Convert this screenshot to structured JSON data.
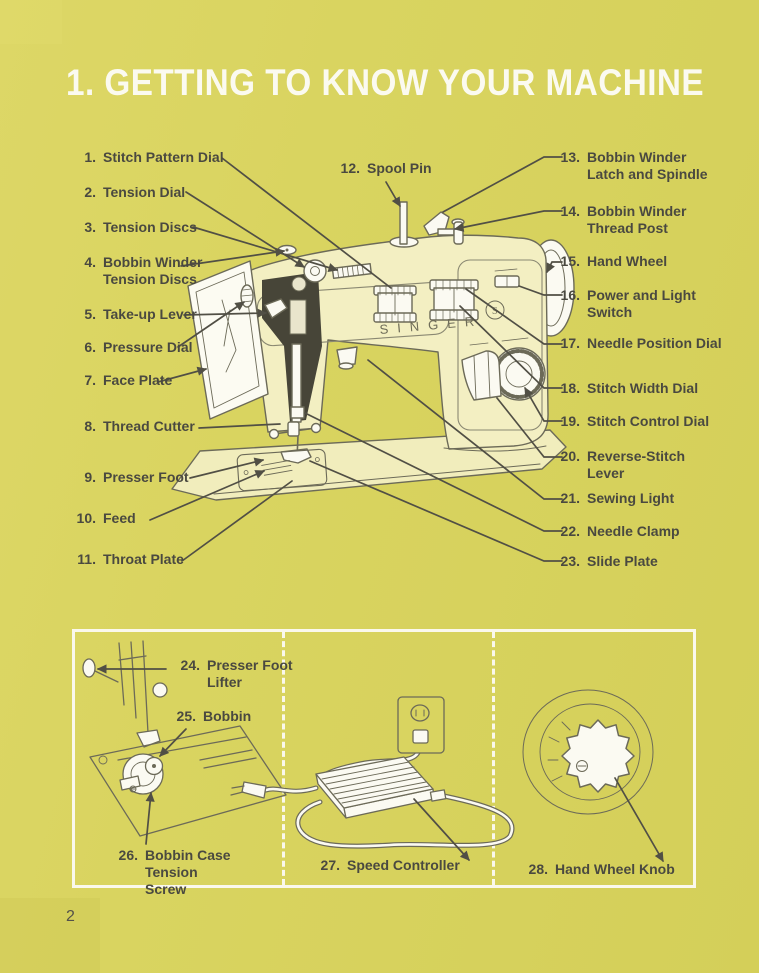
{
  "title": "1. GETTING TO KNOW YOUR MACHINE",
  "page_number": "2",
  "machine_brand": "SINGER",
  "colors": {
    "page_background": "#d9d460",
    "title_text": "#fbfaf0",
    "label_text": "#4a4940",
    "machine_body_fill": "#f3efc2",
    "machine_outline": "#6c6a58",
    "white_parts": "#fbfaf2",
    "panel_box_border": "#faf8ec",
    "leader_line": "#514f45"
  },
  "labels": {
    "left": [
      {
        "num": "1.",
        "text": "Stitch Pattern Dial"
      },
      {
        "num": "2.",
        "text": "Tension Dial"
      },
      {
        "num": "3.",
        "text": "Tension Discs"
      },
      {
        "num": "4.",
        "text": "Bobbin Winder Tension Discs"
      },
      {
        "num": "5.",
        "text": "Take-up Lever"
      },
      {
        "num": "6.",
        "text": "Pressure Dial"
      },
      {
        "num": "7.",
        "text": "Face Plate"
      },
      {
        "num": "8.",
        "text": "Thread Cutter"
      },
      {
        "num": "9.",
        "text": "Presser Foot"
      },
      {
        "num": "10.",
        "text": "Feed"
      },
      {
        "num": "11.",
        "text": "Throat Plate"
      }
    ],
    "middle": {
      "num": "12.",
      "text": "Spool Pin"
    },
    "right": [
      {
        "num": "13.",
        "text": "Bobbin Winder Latch and Spindle"
      },
      {
        "num": "14.",
        "text": "Bobbin Winder Thread Post"
      },
      {
        "num": "15.",
        "text": "Hand Wheel"
      },
      {
        "num": "16.",
        "text": "Power and Light Switch"
      },
      {
        "num": "17.",
        "text": "Needle Position Dial"
      },
      {
        "num": "18.",
        "text": "Stitch Width Dial"
      },
      {
        "num": "19.",
        "text": "Stitch Control Dial"
      },
      {
        "num": "20.",
        "text": "Reverse-Stitch Lever"
      },
      {
        "num": "21.",
        "text": "Sewing Light"
      },
      {
        "num": "22.",
        "text": "Needle Clamp"
      },
      {
        "num": "23.",
        "text": "Slide Plate"
      }
    ]
  },
  "panels": {
    "left": [
      {
        "num": "24.",
        "text": "Presser Foot Lifter"
      },
      {
        "num": "25.",
        "text": "Bobbin"
      },
      {
        "num": "26.",
        "text": "Bobbin Case Tension Screw"
      }
    ],
    "middle": [
      {
        "num": "27.",
        "text": "Speed Controller"
      }
    ],
    "right": [
      {
        "num": "28.",
        "text": "Hand Wheel Knob"
      }
    ]
  }
}
